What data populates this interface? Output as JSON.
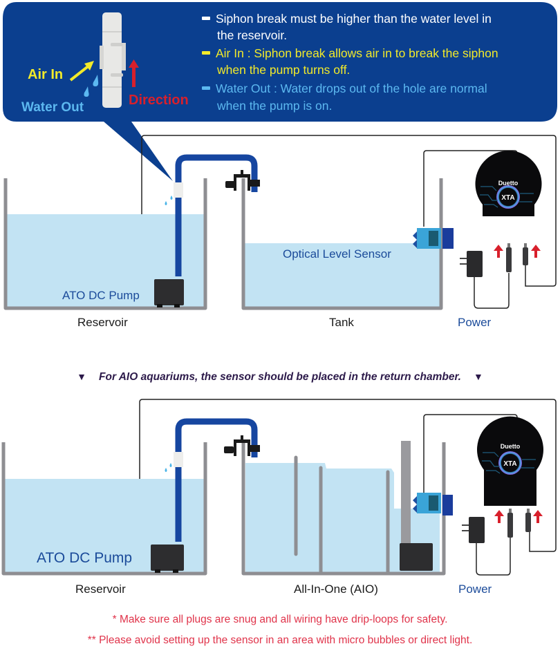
{
  "callout": {
    "siphon_labels": {
      "air_in": "Air In",
      "water_out": "Water Out",
      "direction": "Direction"
    },
    "notes": [
      {
        "color": "white",
        "lines": [
          "Siphon break must be higher than the water level in",
          "the reservoir."
        ]
      },
      {
        "color": "yellow",
        "lines": [
          "Air In : Siphon break allows air in to break the siphon",
          "when the pump turns off."
        ]
      },
      {
        "color": "cyan",
        "lines": [
          "Water Out : Water drops out of the hole are normal",
          "when the pump is on."
        ]
      }
    ]
  },
  "diagram_top": {
    "pump_label": "ATO DC Pump",
    "sensor_label": "Optical Level Sensor",
    "reservoir_label": "Reservoir",
    "tank_label": "Tank",
    "power_label": "Power",
    "controller_brand": "Duetto",
    "controller_logo": "XTA"
  },
  "aio_note": {
    "left_marker": "▼",
    "text": "For AIO aquariums, the sensor should be placed in the return chamber.",
    "right_marker": "▼"
  },
  "diagram_bottom": {
    "pump_label": "ATO DC Pump",
    "reservoir_label": "Reservoir",
    "tank_label": "All-In-One (AIO)",
    "power_label": "Power",
    "controller_brand": "Duetto",
    "controller_logo": "XTA"
  },
  "footnotes": [
    "* Make sure all plugs are snug and all wiring have drip-loops for safety.",
    "** Please avoid setting up the sensor in an area with micro bubbles or direct light."
  ],
  "colors": {
    "callout_bg": "#0b3f8f",
    "tube": "#1646a0",
    "water": "#c2e3f3",
    "tank_wall": "#8e8e92",
    "red_arrow": "#d8202c",
    "footnote": "#e0334a"
  }
}
